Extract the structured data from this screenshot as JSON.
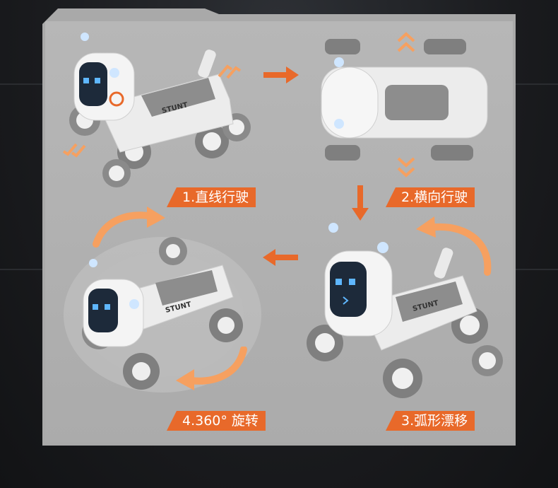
{
  "steps": [
    {
      "label": "1.直线行驶"
    },
    {
      "label": "2.横向行驶"
    },
    {
      "label": "3.弧形漂移"
    },
    {
      "label": "4.360° 旋转"
    }
  ],
  "robot_brand": "STUNT",
  "colors": {
    "accent": "#e8692a",
    "panel": "#ababab",
    "background": "#1c1d20"
  }
}
